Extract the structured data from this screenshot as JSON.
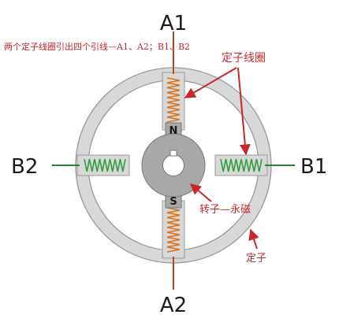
{
  "terminals": {
    "a1": "A1",
    "a2": "A2",
    "b1": "B1",
    "b2": "B2"
  },
  "poles": {
    "north": "N",
    "south": "S"
  },
  "annotations": {
    "header": "两个定子线圈引出四个引线—A1、A2；B1、B2",
    "stator_coil": "定子线圈",
    "rotor": "转子—永磁",
    "stator": "定子"
  },
  "colors": {
    "stator_fill": "#d8d8d8",
    "stator_edge": "#9a9a9a",
    "rotor_fill": "#a8a8a8",
    "coil_a": "#d9751f",
    "coil_b": "#2e9e3f",
    "a_lead": "#b5451b",
    "b_lead": "#1f8a33",
    "annotation": "#c8262b"
  }
}
